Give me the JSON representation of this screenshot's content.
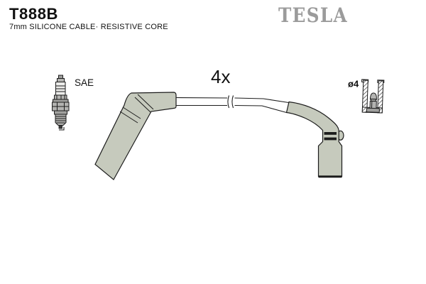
{
  "header": {
    "part_number": "T888B",
    "subtitle": "7mm SILICONE CABLE· RESISTIVE CORE"
  },
  "brand": {
    "logo_text": "TESLA"
  },
  "diagram": {
    "quantity_label": "4x",
    "spark_plug_label": "SAE",
    "terminal_diameter_label": "ø4"
  },
  "icons": {
    "spark_plug_icon": "drawn spark plug cross-section",
    "ignition_cable_icon": "angled boot cable with break marks",
    "terminal_connector_icon": "hatched terminal cup section with stud"
  },
  "colors": {
    "background": "#ffffff",
    "text": "#111111",
    "outline": "#1c1c1c",
    "brand_gray": "#9b9b9b",
    "boot_fill": "#c6cabd",
    "plug_metal": "#b3b3b1"
  }
}
